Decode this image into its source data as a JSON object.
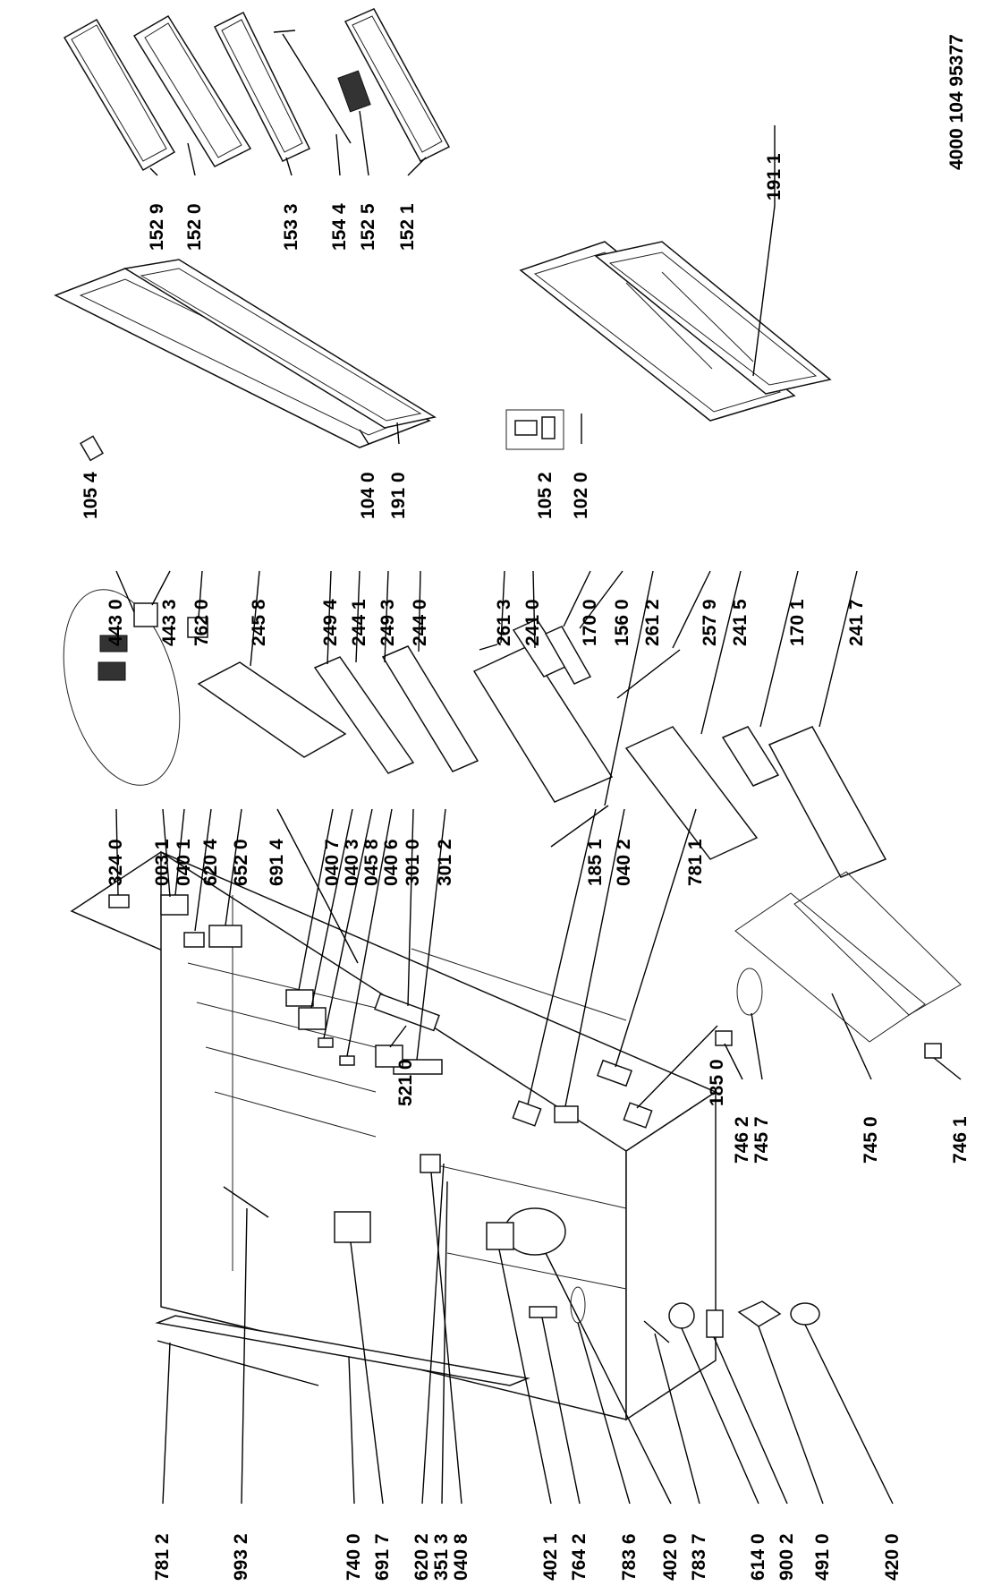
{
  "document_number": "4000 104 95377",
  "labels": {
    "l_152_9": "152 9",
    "l_152_0": "152 0",
    "l_153_3": "153 3",
    "l_154_4": "154 4",
    "l_152_5": "152 5",
    "l_152_1": "152 1",
    "l_191_1": "191 1",
    "l_105_4": "105 4",
    "l_104_0": "104 0",
    "l_191_0": "191 0",
    "l_105_2": "105 2",
    "l_102_0": "102 0",
    "l_443_0": "443 0",
    "l_443_3": "443 3",
    "l_762_0": "762 0",
    "l_245_8": "245 8",
    "l_249_4": "249 4",
    "l_244_1": "244 1",
    "l_249_3": "249 3",
    "l_244_0": "244 0",
    "l_261_3": "261 3",
    "l_241_0": "241 0",
    "l_170_0": "170 0",
    "l_156_0": "156 0",
    "l_261_2": "261 2",
    "l_257_9": "257 9",
    "l_241_5": "241 5",
    "l_170_1": "170 1",
    "l_241_7": "241 7",
    "l_324_0": "324 0",
    "l_003_1": "003 1",
    "l_040_1": "040 1",
    "l_620_4": "620 4",
    "l_652_0": "652 0",
    "l_691_4": "691 4",
    "l_040_7": "040 7",
    "l_040_3": "040 3",
    "l_045_8": "045 8",
    "l_040_6": "040 6",
    "l_301_0": "301 0",
    "l_301_2": "301 2",
    "l_185_1": "185 1",
    "l_040_2": "040 2",
    "l_781_1": "781 1",
    "l_521_0": "521 0",
    "l_185_0": "185 0",
    "l_746_2": "746 2",
    "l_745_7": "745 7",
    "l_745_0": "745 0",
    "l_746_1": "746 1",
    "l_781_2": "781 2",
    "l_993_2": "993 2",
    "l_740_0": "740 0",
    "l_691_7": "691 7",
    "l_620_2": "620 2",
    "l_351_3": "351 3",
    "l_040_8": "040 8",
    "l_402_1": "402 1",
    "l_764_2": "764 2",
    "l_783_6": "783 6",
    "l_402_0": "402 0",
    "l_783_7": "783 7",
    "l_614_0": "614 0",
    "l_900_2": "900 2",
    "l_491_0": "491 0",
    "l_420_0": "420 0"
  }
}
